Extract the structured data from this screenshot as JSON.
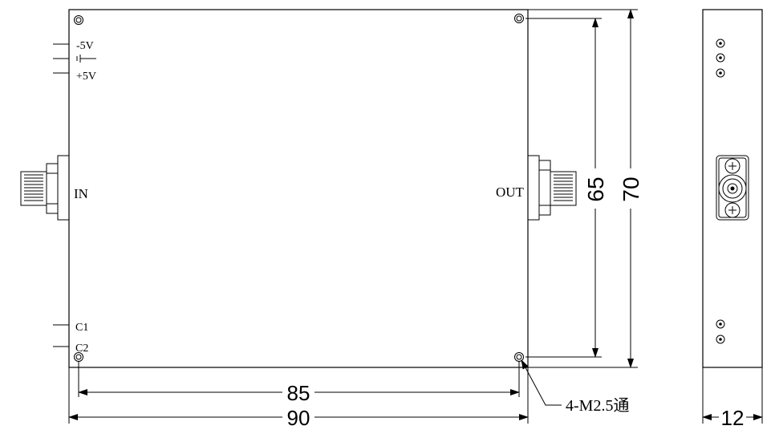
{
  "pins": {
    "minus5v": "-5V",
    "plus5v": "+5V",
    "c1": "C1",
    "c2": "C2"
  },
  "ports": {
    "in": "IN",
    "out": "OUT"
  },
  "dimensions": {
    "width_outer": "90",
    "width_holes": "85",
    "height_outer": "70",
    "height_holes": "65",
    "thickness": "12",
    "mount_holes": "4-M2.5通"
  },
  "icons": [
    "ground-icon",
    "sma-connector-icon",
    "mounting-hole-icon"
  ]
}
